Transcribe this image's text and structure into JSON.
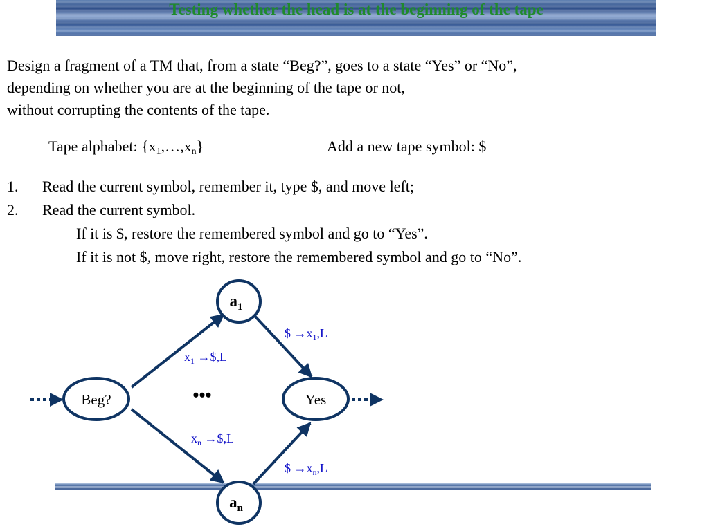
{
  "title": "Testing whether the head is at the beginning of the tape",
  "paragraph": {
    "line1": "Design a fragment of a TM that, from a state “Beg?”, goes to a state “Yes” or  “No”,",
    "line2": "depending on whether you are at the beginning of the tape or not,",
    "line3": "without corrupting the contents of the tape."
  },
  "alphabet": {
    "prefix": "Tape alphabet: {x",
    "sub1": "1",
    "mid": ",…,x",
    "subn": "n",
    "suffix": "}",
    "new_symbol": "Add a new tape symbol: $"
  },
  "steps": {
    "num1": "1.",
    "step1": "Read the current symbol, remember it, type $, and move left;",
    "num2": "2.",
    "step2": "Read the current symbol.",
    "step2a": "If it is $, restore the remembered symbol and go to “Yes”.",
    "step2b": "If it is not $, move right, restore the remembered symbol and go to “No”."
  },
  "diagram": {
    "states": {
      "beg": "Beg?",
      "yes": "Yes",
      "a1": "a",
      "a1_sub": "1",
      "an": "a",
      "an_sub": "n"
    },
    "ellipsis": "•••",
    "transitions": {
      "beg_a1": {
        "sym": "x",
        "sub": "1",
        "rest": " →$,L"
      },
      "beg_an": {
        "sym": "x",
        "sub": "n",
        "rest": " →$,L"
      },
      "a1_yes": {
        "pre": "$ →x",
        "sub": "1",
        "rest": ",L"
      },
      "an_yes": {
        "pre": "$ →x",
        "sub": "n",
        "rest": ",L"
      }
    }
  },
  "colors": {
    "title_text": "#1f8a2c",
    "diagram_line": "#0f3463",
    "label_blue": "#1010c8"
  }
}
